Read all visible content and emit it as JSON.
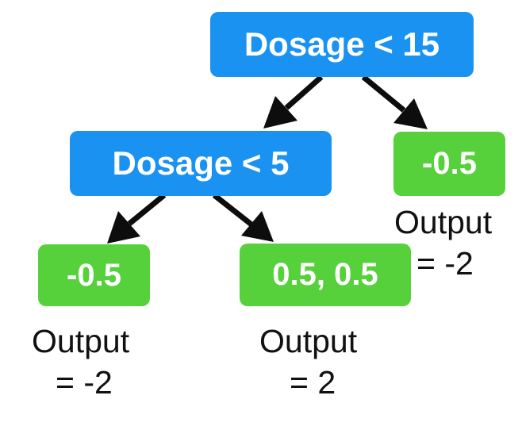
{
  "colors": {
    "decision_fill": "#1a92f2",
    "leaf_fill": "#56d13c",
    "arrow": "#0d0d0d",
    "text_on_node": "#ffffff",
    "output_text": "#111111"
  },
  "tree": {
    "root": {
      "label": "Dosage < 15"
    },
    "left_split": {
      "label": "Dosage < 5"
    },
    "leaf_right": {
      "label": "-0.5",
      "output_line1": "Output",
      "output_line2": "= -2"
    },
    "leaf_left_left": {
      "label": "-0.5",
      "output_line1": "Output",
      "output_line2": "= -2"
    },
    "leaf_left_right": {
      "label": "0.5, 0.5",
      "output_line1": "Output",
      "output_line2": "= 2"
    }
  }
}
